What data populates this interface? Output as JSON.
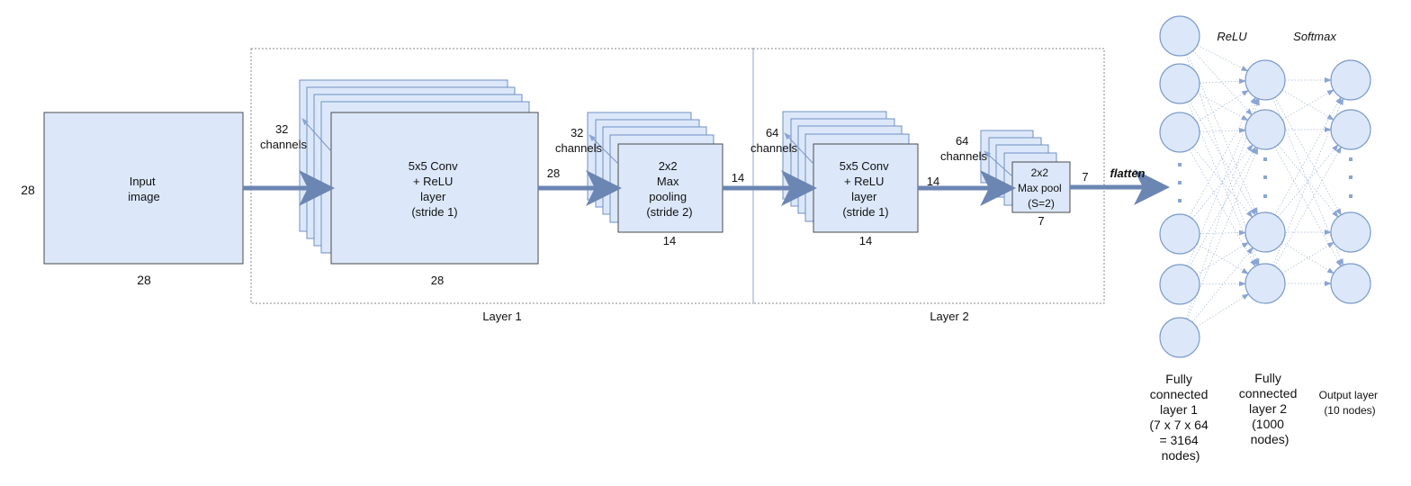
{
  "input": {
    "label": [
      "Input",
      "image"
    ],
    "height": "28",
    "width": "28"
  },
  "layer1": {
    "label": "Layer 1",
    "conv": {
      "label": [
        "5x5 Conv",
        "+ ReLU",
        "layer",
        "(stride 1)"
      ],
      "channels": [
        "32",
        "channels"
      ],
      "width": "28",
      "out": "28"
    },
    "pool": {
      "label": [
        "2x2",
        "Max",
        "pooling",
        "(stride 2)"
      ],
      "channels": [
        "32",
        "channels"
      ],
      "width": "14",
      "out": "14"
    }
  },
  "layer2": {
    "label": "Layer 2",
    "conv": {
      "label": [
        "5x5 Conv",
        "+ ReLU",
        "layer",
        "(stride 1)"
      ],
      "channels": [
        "64",
        "channels"
      ],
      "width": "14",
      "out": "14"
    },
    "pool": {
      "label": [
        "2x2",
        "Max pool",
        "(S=2)"
      ],
      "channels": [
        "64",
        "channels"
      ],
      "width": "7",
      "out": "7"
    }
  },
  "flatten": "flatten",
  "fc": {
    "activation1": "ReLU",
    "activation2": "Softmax",
    "fc1_label": [
      "Fully",
      "connected",
      "layer 1",
      "(7 x 7 x 64",
      "= 3164",
      "nodes)"
    ],
    "fc2_label": [
      "Fully",
      "connected",
      "layer 2",
      "(1000",
      "nodes)"
    ],
    "out_label": [
      "Output layer",
      "(10 nodes)"
    ]
  },
  "colors": {
    "block_fill": "#dce8fa",
    "flow_arrow": "#6c86b3",
    "node_stroke": "#7e9ccb"
  }
}
